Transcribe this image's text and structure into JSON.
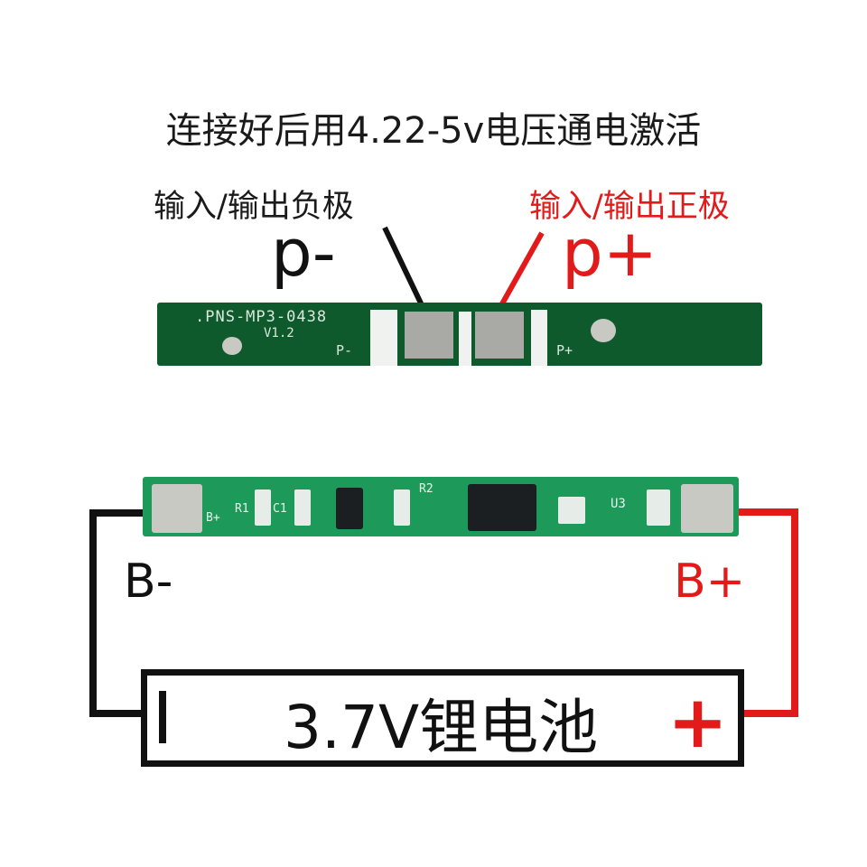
{
  "title": "连接好后用4.22-5v电压通电激活",
  "labels": {
    "output_negative": "输入/输出负极",
    "output_positive": "输入/输出正极",
    "p_minus": "p-",
    "p_plus": "p+",
    "b_minus": "B-",
    "b_plus": "B+"
  },
  "pcb_top": {
    "silkscreen_model": ".PNS-MP3-0438",
    "silkscreen_version": "V1.2",
    "pad_label_neg": "P-",
    "pad_label_pos": "P+"
  },
  "pcb_bottom": {
    "silk_bplus": "B+",
    "silk_r1": "R1",
    "silk_c1": "C1",
    "silk_r2": "R2",
    "silk_u3": "U3"
  },
  "battery": {
    "label": "3.7V锂电池",
    "minus_symbol": "I",
    "plus_symbol": "+"
  },
  "colors": {
    "positive": "#e21a1a",
    "negative": "#111111",
    "pcb_dark": "#0f5a2c",
    "pcb_light": "#1d9a59"
  }
}
